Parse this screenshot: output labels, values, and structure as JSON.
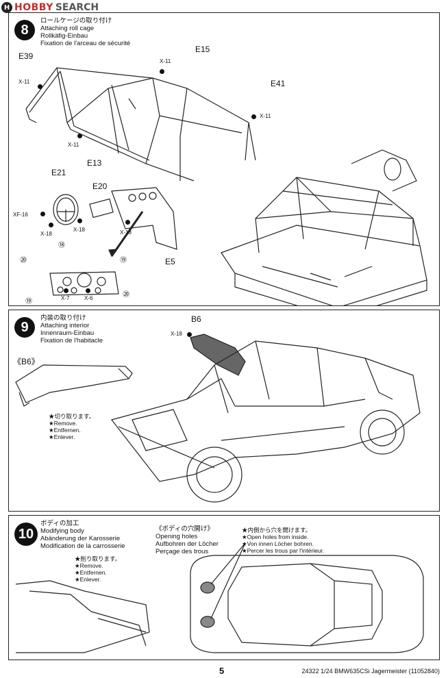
{
  "watermark": {
    "logo": "H",
    "brand": "HOBBY",
    "brand2": "SEARCH"
  },
  "step8": {
    "number": "8",
    "title_ja": "ロールケージの取り付け",
    "title_en": "Attaching roll cage",
    "title_de": "Rollkäfig-Einbau",
    "title_fr": "Fixation de l'arceau de sécurité",
    "labels": {
      "e39": "E39",
      "e15": "E15",
      "e41": "E41",
      "e13": "E13",
      "e21": "E21",
      "e20": "E20",
      "e5": "E5",
      "x11a": "X-11",
      "x11b": "X-11",
      "x11c": "X-11",
      "x11d": "X-11",
      "xf16": "XF-16",
      "x18a": "X-18",
      "x18b": "X-18",
      "x18c": "X-18",
      "x7": "X-7",
      "x6": "X-6",
      "d18": "⑱",
      "d19a": "⑲",
      "d19b": "⑲",
      "d20a": "⑳",
      "d20b": "⑳"
    }
  },
  "step9": {
    "number": "9",
    "title_ja": "内装の取り付け",
    "title_en": "Attaching interior",
    "title_de": "Innenraum-Einbau",
    "title_fr": "Fixation de l'habitacle",
    "labels": {
      "b6": "B6",
      "b6_detail": "《B6》",
      "x18": "X-18"
    },
    "note": [
      "★切り取ります。",
      "★Remove.",
      "★Entfernen.",
      "★Enlever."
    ]
  },
  "step10": {
    "number": "10",
    "title_ja": "ボディの加工",
    "title_en": "Modifying body",
    "title_de": "Abänderung der Karosserie",
    "title_fr": "Modification de la carrosserie",
    "remove_note": [
      "★削り取ります。",
      "★Remove.",
      "★Entfernen.",
      "★Enlever."
    ],
    "holes_title": [
      "《ボディの穴開け》",
      "Opening holes",
      "Aufbohren der Löcher",
      "Perçage des trous"
    ],
    "holes_note": [
      "★内側から穴を開けます。",
      "★Open holes from inside.",
      "★Von innen Löcher bohren.",
      "★Percer les trous par l'intérieur."
    ]
  },
  "footer": {
    "page": "5",
    "info": "24322  1/24 BMW635CSi Jagermeister (11052840)"
  }
}
